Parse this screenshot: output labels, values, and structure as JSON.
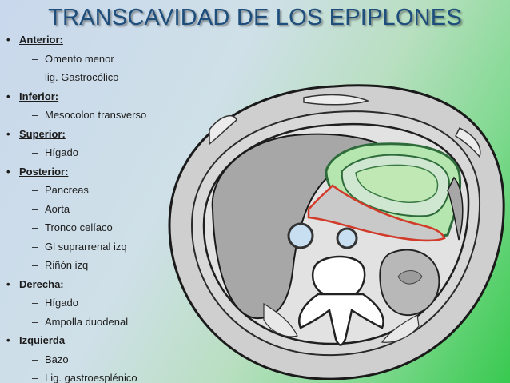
{
  "slide": {
    "title": "TRANSCAVIDAD DE LOS EPIPLONES",
    "bullet_symbol": "•",
    "dash_symbol": "–",
    "outline": [
      {
        "heading": "Anterior:",
        "items": [
          "Omento menor",
          "lig. Gastrocólico"
        ]
      },
      {
        "heading": "Inferior:",
        "items": [
          "Mesocolon transverso"
        ]
      },
      {
        "heading": "Superior:",
        "items": [
          "Hígado"
        ]
      },
      {
        "heading": "Posterior:",
        "items": [
          "Pancreas",
          "Aorta",
          "Tronco celíaco",
          "Gl suprarrenal izq",
          "Riñón izq"
        ]
      },
      {
        "heading": "Derecha:",
        "items": [
          "Hígado",
          "Ampolla duodenal"
        ]
      },
      {
        "heading": "Izquierda",
        "items": [
          "Bazo",
          "Lig. gastroesplénico"
        ]
      }
    ]
  },
  "colors": {
    "title": "#1e4e7c",
    "background_left": "#c9d8ec",
    "background_right": "#38c94f",
    "cavity_highlight": "#b6e6b0",
    "cavity_outline": "#2d6b3a",
    "pancreas_outline": "#d23b2a",
    "organ_gray": "#a7a7a7",
    "body_light_gray": "#dcdcdc"
  },
  "diagram": {
    "type": "abdominal cross-section",
    "labels": []
  }
}
